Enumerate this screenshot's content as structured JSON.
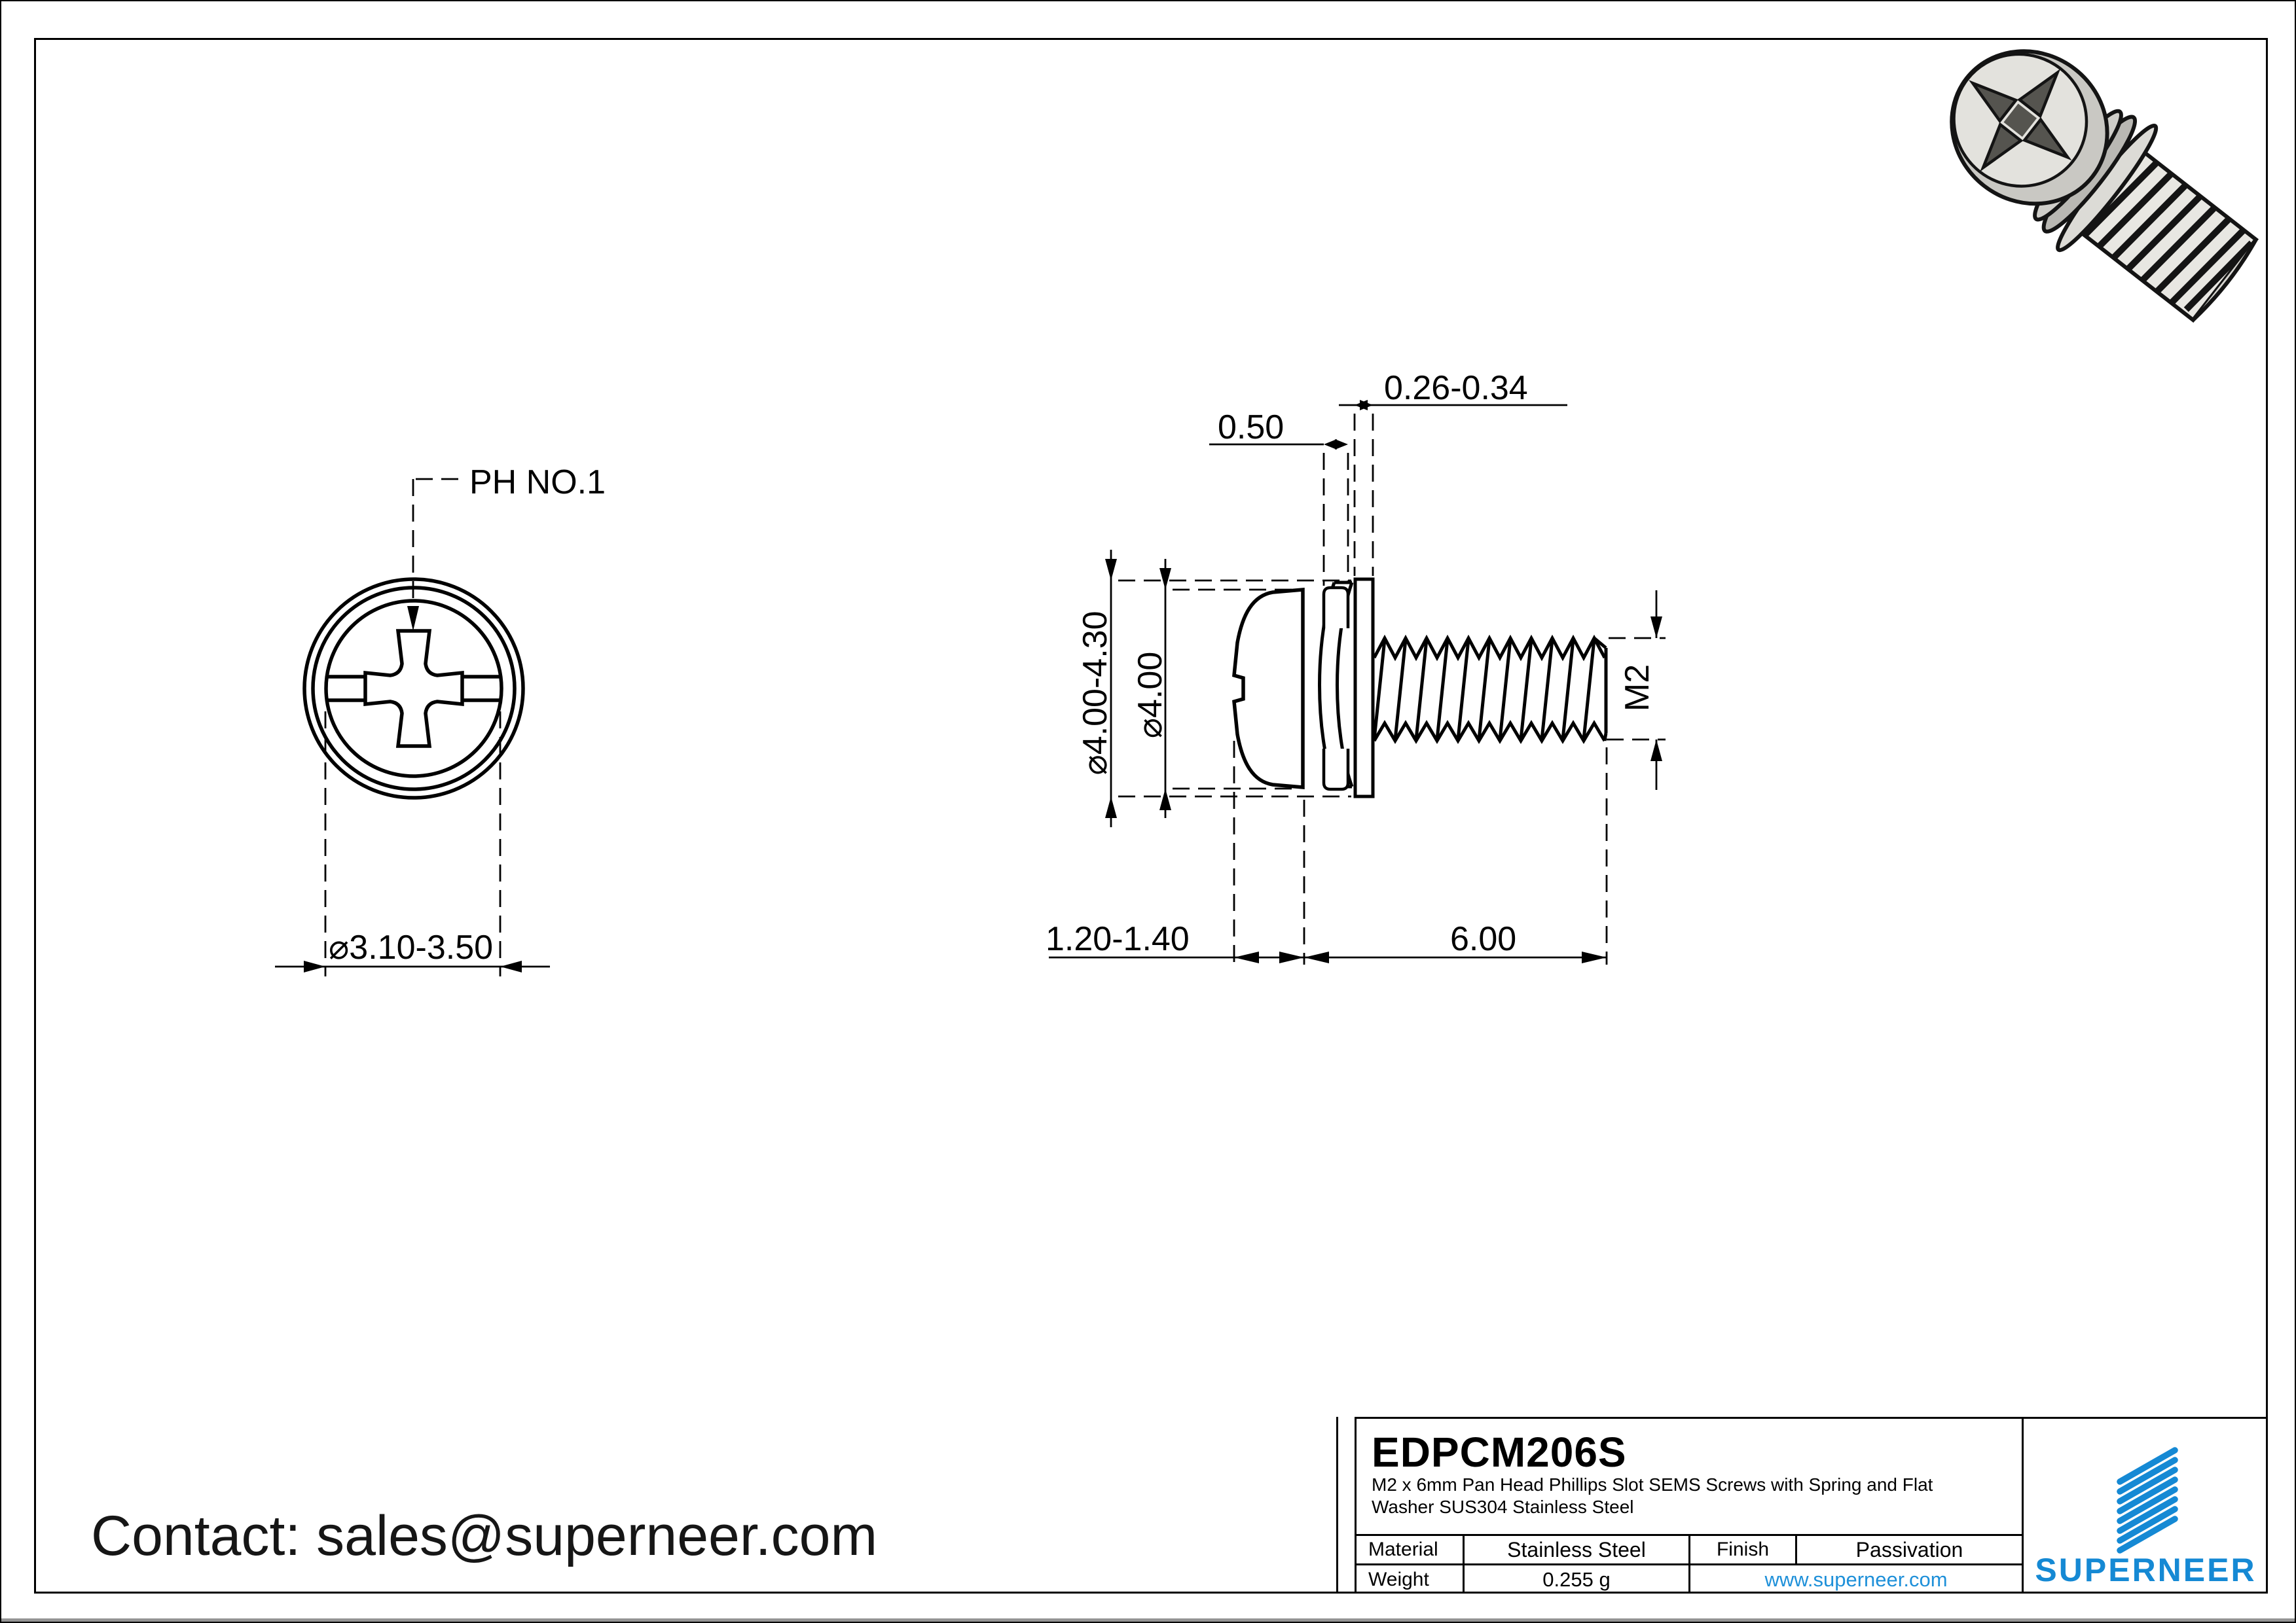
{
  "front_view": {
    "recess_label": "PH NO.1",
    "head_slot_diameter": "⌀3.10-3.50"
  },
  "side_view": {
    "spring_washer_thickness": "0.50",
    "flat_washer_thickness": "0.26-0.34",
    "washer_outer_diameter": "⌀4.00-4.30",
    "head_outer_diameter": "⌀4.00",
    "head_height": "1.20-1.40",
    "thread_length": "6.00",
    "thread_spec": "M2"
  },
  "contact": {
    "text": "Contact: sales@superneer.com"
  },
  "title_block": {
    "part_number": "EDPCM206S",
    "description_line1": "M2 x 6mm Pan Head Phillips Slot SEMS Screws with Spring and Flat",
    "description_line2": "Washer SUS304 Stainless Steel",
    "material_label": "Material",
    "material_value": "Stainless Steel",
    "finish_label": "Finish",
    "finish_value": "Passivation",
    "weight_label": "Weight",
    "weight_value": "0.255 g",
    "website": "www.superneer.com",
    "brand": "SUPERNEER",
    "brand_color": "#1589d4",
    "link_color": "#1e90d9"
  }
}
